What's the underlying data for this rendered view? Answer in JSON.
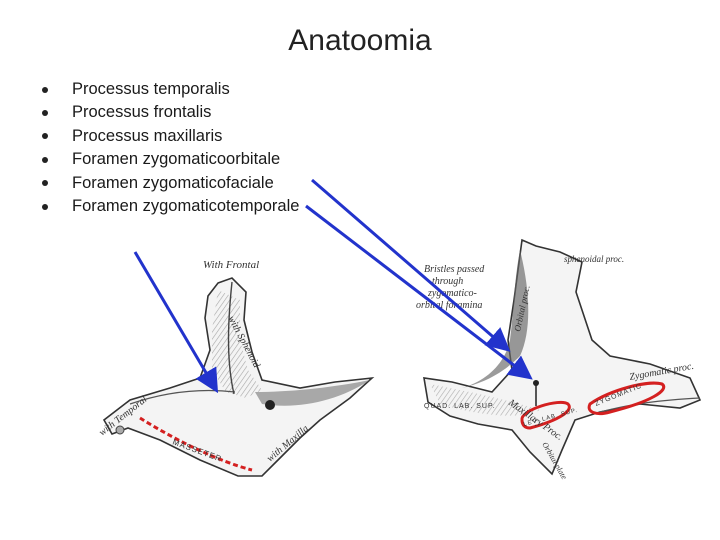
{
  "slide": {
    "title": "Anatoomia",
    "bullets": [
      "Processus temporalis",
      "Processus frontalis",
      "Processus maxillaris",
      "Foramen zygomaticoorbitale",
      "Foramen zygomaticofaciale",
      "Foramen zygomaticotemporale"
    ]
  },
  "left_figure": {
    "labels": {
      "with_frontal": "With Frontal",
      "with_sphenoid": "with Sphenoid",
      "with_temporal": "with Temporal",
      "with_maxilla": "with Maxilla",
      "masseter": "MASSETER"
    }
  },
  "right_figure": {
    "labels": {
      "orbital_process": "Orbital proc.",
      "bristles_1": "Bristles passed",
      "bristles_2": "through",
      "bristles_3": "zygomatico-",
      "bristles_4": "orbital foramina",
      "zygomatic_proc": "Zygomatic proc.",
      "zygomatic": "ZYGOMATIC",
      "quad_lab": "QUAD. LAB. SUP.",
      "maxillary_proc": "Maxillary Proc.",
      "orbital_plate": "Orbital plate",
      "sphenoidal_proc": "sphenoidal proc.",
      "levator": "LEV. LAB. SUP."
    }
  },
  "colors": {
    "arrow": "#2233cc",
    "muscle_outline": "#d42020",
    "bone_shading": "#555555"
  }
}
